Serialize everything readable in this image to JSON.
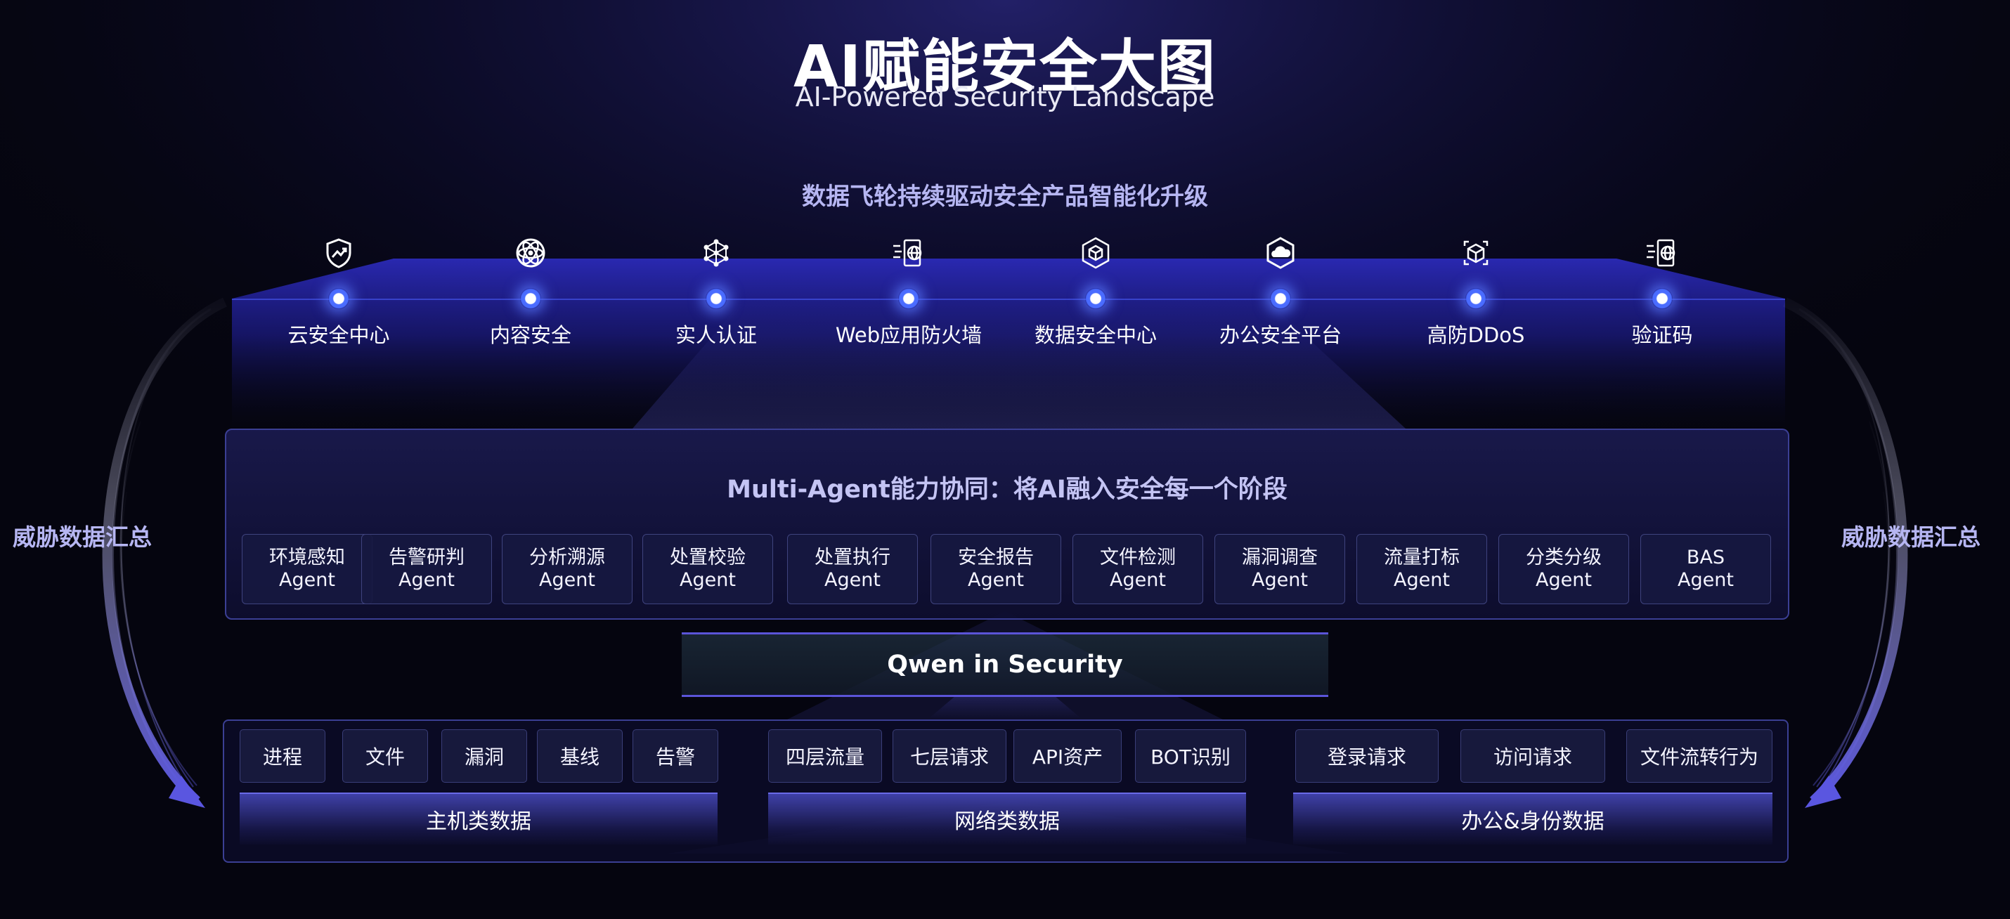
{
  "title": "AI赋能安全大图",
  "subtitle": "AI-Powered Security Landscape",
  "flywheel_caption": "数据飞轮持续驱动安全产品智能化升级",
  "products": [
    {
      "label": "云安全中心",
      "icon": "shield-trend-icon"
    },
    {
      "label": "内容安全",
      "icon": "atom-icon"
    },
    {
      "label": "实人认证",
      "icon": "network-nodes-icon"
    },
    {
      "label": "Web应用防火墙",
      "icon": "firewall-globe-icon"
    },
    {
      "label": "数据安全中心",
      "icon": "hexagon-cube-icon"
    },
    {
      "label": "办公安全平台",
      "icon": "cloud-hexagon-icon"
    },
    {
      "label": "高防DDoS",
      "icon": "defense-cube-icon"
    },
    {
      "label": "验证码",
      "icon": "firewall-globe-icon"
    }
  ],
  "agent_caption": "Multi-Agent能力协同：将AI融入安全每一个阶段",
  "agents": [
    {
      "line1": "环境感知",
      "line2": "Agent"
    },
    {
      "line1": "告警研判",
      "line2": "Agent"
    },
    {
      "line1": "分析溯源",
      "line2": "Agent"
    },
    {
      "line1": "处置校验",
      "line2": "Agent"
    },
    {
      "line1": "处置执行",
      "line2": "Agent"
    },
    {
      "line1": "安全报告",
      "line2": "Agent"
    },
    {
      "line1": "文件检测",
      "line2": "Agent"
    },
    {
      "line1": "漏洞调查",
      "line2": "Agent"
    },
    {
      "line1": "流量打标",
      "line2": "Agent"
    },
    {
      "line1": "分类分级",
      "line2": "Agent"
    },
    {
      "line1": "BAS",
      "line2": "Agent"
    }
  ],
  "qwen_label": "Qwen in Security",
  "data_groups": [
    {
      "label": "主机类数据",
      "items": [
        "进程",
        "文件",
        "漏洞",
        "基线",
        "告警"
      ]
    },
    {
      "label": "网络类数据",
      "items": [
        "四层流量",
        "七层请求",
        "API资产",
        "BOT识别"
      ]
    },
    {
      "label": "办公&身份数据",
      "items": [
        "登录请求",
        "访问请求",
        "文件流转行为"
      ]
    }
  ],
  "side_left": "威胁数据汇总",
  "side_right": "威胁数据汇总",
  "colors": {
    "background": "#05050f",
    "accent": "#5b54d8",
    "caption": "#b6b6f2",
    "panel_border": "#3b3f94"
  }
}
